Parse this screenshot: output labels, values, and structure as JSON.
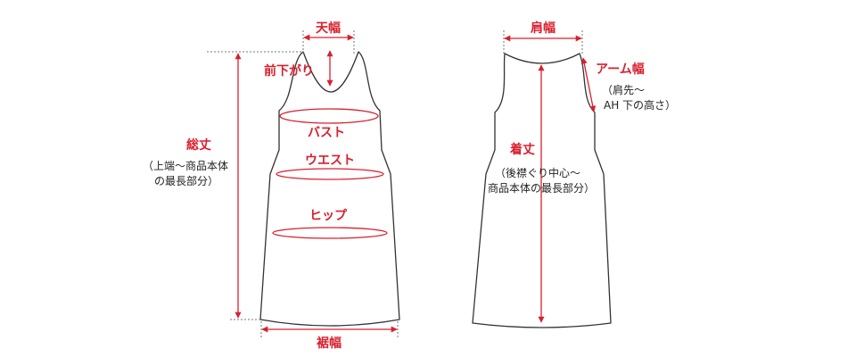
{
  "colors": {
    "accent": "#d8202e",
    "outline": "#333333",
    "note": "#222222"
  },
  "front": {
    "label_neck_width": "天幅",
    "label_neck_drop": "前下がり",
    "label_bust": "バスト",
    "label_waist": "ウエスト",
    "label_hip": "ヒップ",
    "label_hem_width": "裾幅",
    "label_total_length": "総丈",
    "note_total_length_line1": "（上端〜商品本体",
    "note_total_length_line2": "の最長部分）"
  },
  "back": {
    "label_shoulder_width": "肩幅",
    "label_armhole": "アーム幅",
    "note_armhole_line1": "（肩先〜",
    "note_armhole_line2": "AH 下の高さ）",
    "label_length": "着丈",
    "note_length_line1": "（後襟ぐり中心〜",
    "note_length_line2": "商品本体の最長部分）"
  }
}
